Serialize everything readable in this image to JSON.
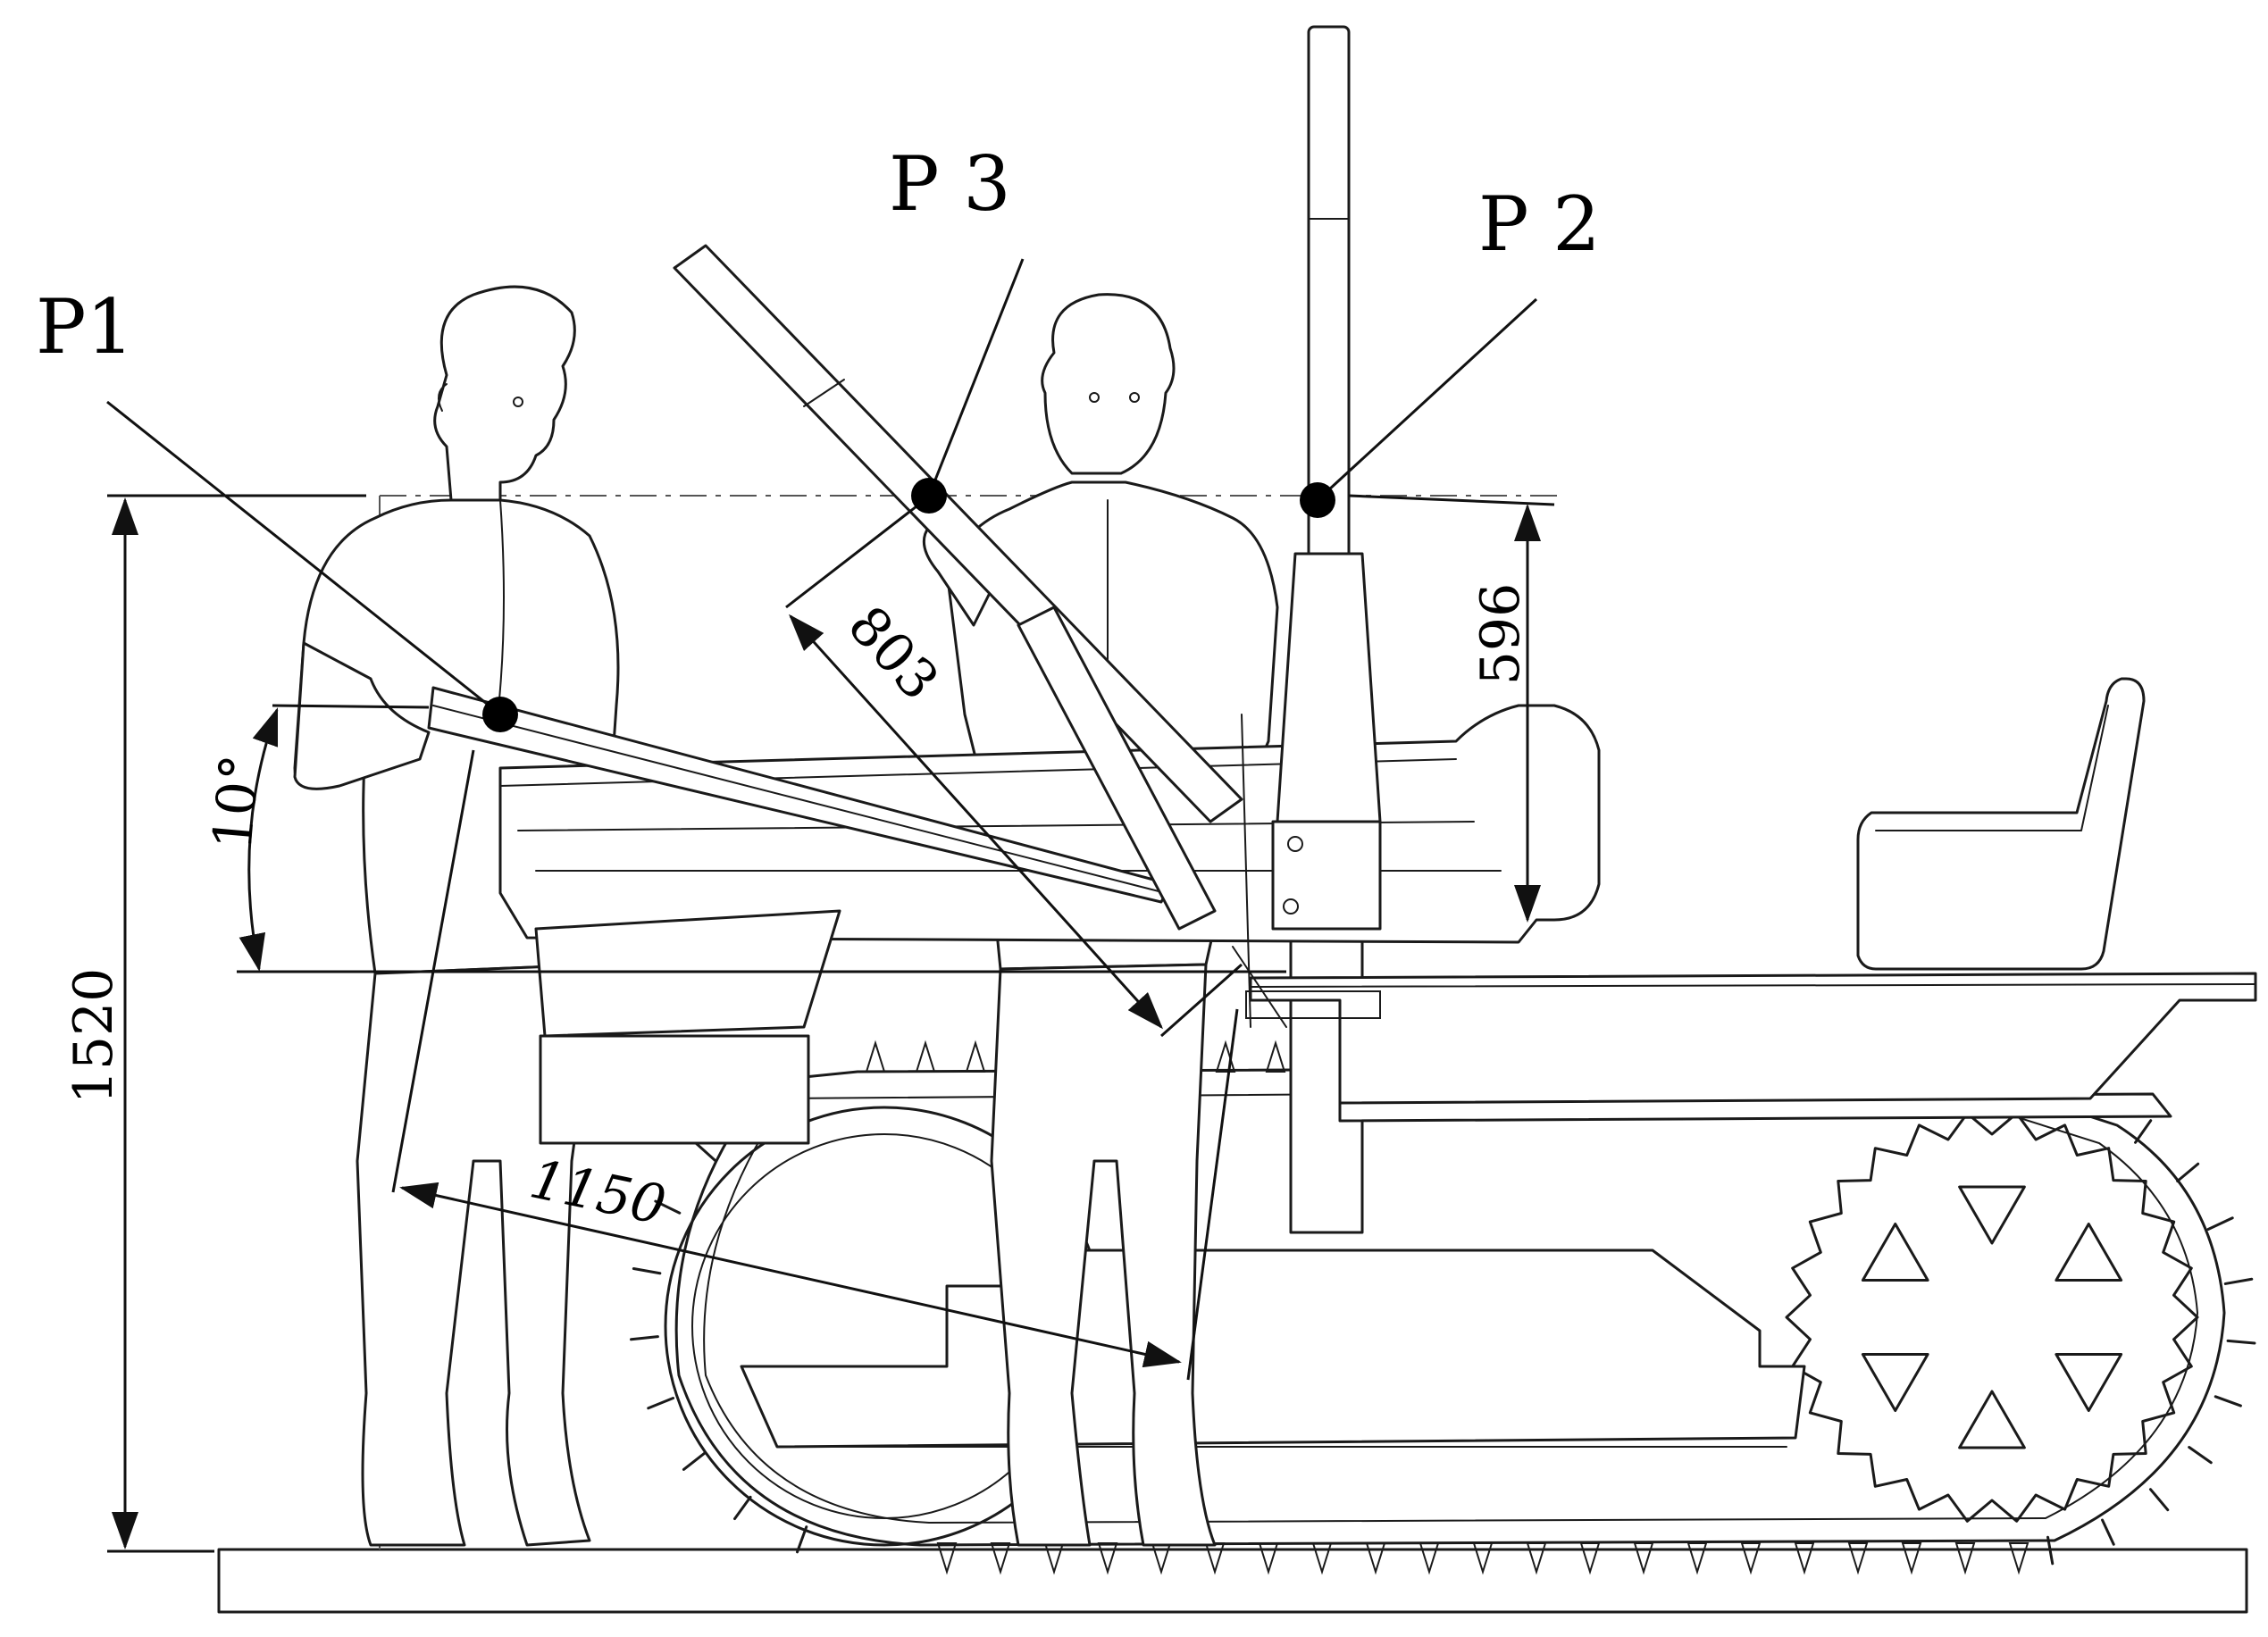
{
  "points": [
    {
      "id": "p1",
      "label": "P1"
    },
    {
      "id": "p2",
      "label": "P 2"
    },
    {
      "id": "p3",
      "label": "P 3"
    }
  ],
  "dimensions": {
    "height": "1520",
    "tilt": "10°",
    "reach_p3": "803",
    "span_p2": "596",
    "horizontal": "1150"
  },
  "colors": {
    "line": "#1a1a1a",
    "marker": "#000000",
    "background": "#ffffff"
  }
}
